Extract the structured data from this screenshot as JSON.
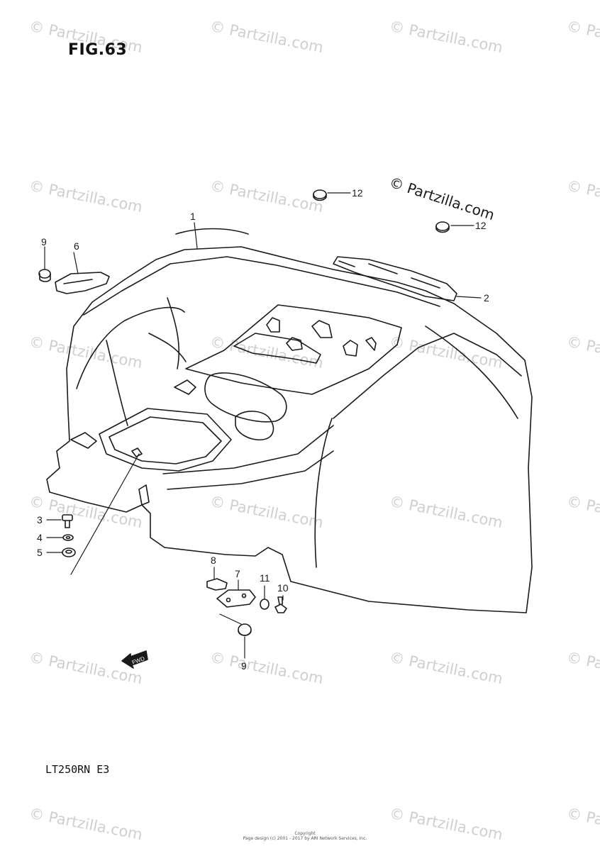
{
  "figure": {
    "title": "FIG.63",
    "model_code": "LT250RN  E3",
    "fwd_label": "FWD"
  },
  "watermark": {
    "text": "© Partzilla.com",
    "emphasized_text": "© Partzilla.com"
  },
  "callouts": [
    {
      "id": "callout-1",
      "label": "1"
    },
    {
      "id": "callout-2",
      "label": "2"
    },
    {
      "id": "callout-3",
      "label": "3"
    },
    {
      "id": "callout-4",
      "label": "4"
    },
    {
      "id": "callout-5",
      "label": "5"
    },
    {
      "id": "callout-6",
      "label": "6"
    },
    {
      "id": "callout-7",
      "label": "7"
    },
    {
      "id": "callout-8",
      "label": "8"
    },
    {
      "id": "callout-9-top",
      "label": "9"
    },
    {
      "id": "callout-9-bottom",
      "label": "9"
    },
    {
      "id": "callout-10",
      "label": "10"
    },
    {
      "id": "callout-11",
      "label": "11"
    },
    {
      "id": "callout-12-top",
      "label": "12"
    },
    {
      "id": "callout-12-right",
      "label": "12"
    }
  ],
  "footer": {
    "line1": "Copyright",
    "line2": "Page design (c) 2001 - 2017 by ARI Network Services, Inc."
  },
  "colors": {
    "line": "#1a1a1a",
    "watermark": "#cfcfcf"
  }
}
